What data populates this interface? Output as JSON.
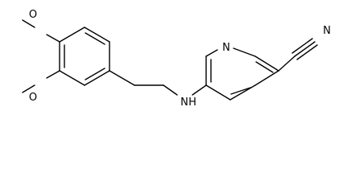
{
  "molecule": {
    "atoms": {
      "n_ring": "N",
      "nh": "N",
      "h": "H",
      "n_nitrile": "N",
      "o_upper": "O",
      "o_lower": "O"
    }
  },
  "colors": {
    "bond": "#000000",
    "text": "#000000",
    "background": "#ffffff"
  }
}
